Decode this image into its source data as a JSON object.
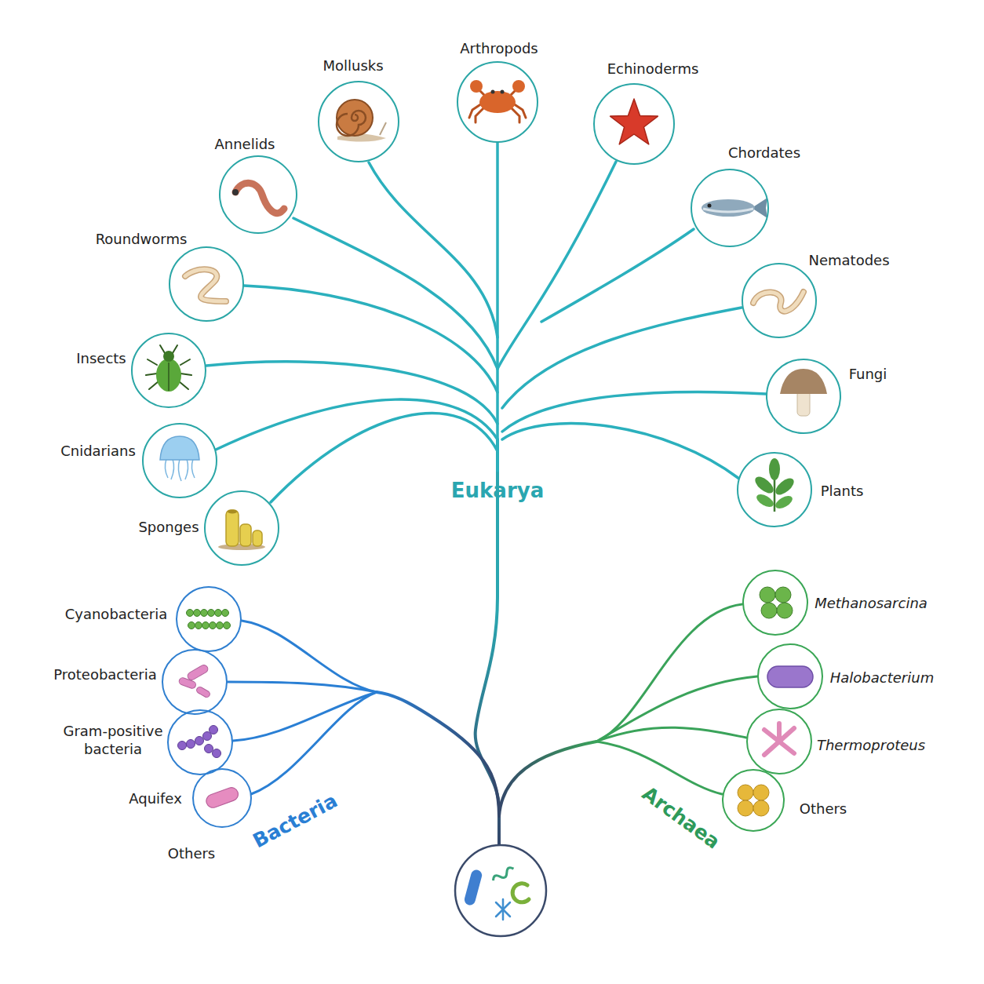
{
  "diagram": {
    "nodes": [
      {
        "text": [
          "Arthropods"
        ]
      },
      {
        "text": [
          "Mollusks"
        ]
      },
      {
        "text": [
          "Echinoderms"
        ]
      },
      {
        "text": [
          "Annelids"
        ]
      },
      {
        "text": [
          "Chordates"
        ]
      },
      {
        "text": [
          "Roundworms"
        ]
      },
      {
        "text": [
          "Nematodes"
        ]
      },
      {
        "text": [
          "Insects"
        ]
      },
      {
        "text": [
          "Fungi"
        ]
      },
      {
        "text": [
          "Cnidarians"
        ]
      },
      {
        "text": [
          "Plants"
        ]
      },
      {
        "text": [
          "Sponges"
        ]
      },
      {
        "text": [
          "Methanosarcina"
        ]
      },
      {
        "text": [
          "Cyanobacteria"
        ]
      },
      {
        "text": [
          "Proteobacteria"
        ]
      },
      {
        "text": [
          "Halobacterium"
        ]
      },
      {
        "text": [
          "Gram-positive bacteria"
        ]
      },
      {
        "text": [
          "Thermoproteus"
        ]
      },
      {
        "text": [
          "Aquifex"
        ]
      },
      {
        "text": [
          "Others"
        ]
      }
    ],
    "labels": [
      "Eukarya",
      "Bacteria",
      "Archaea",
      "Others"
    ]
  }
}
